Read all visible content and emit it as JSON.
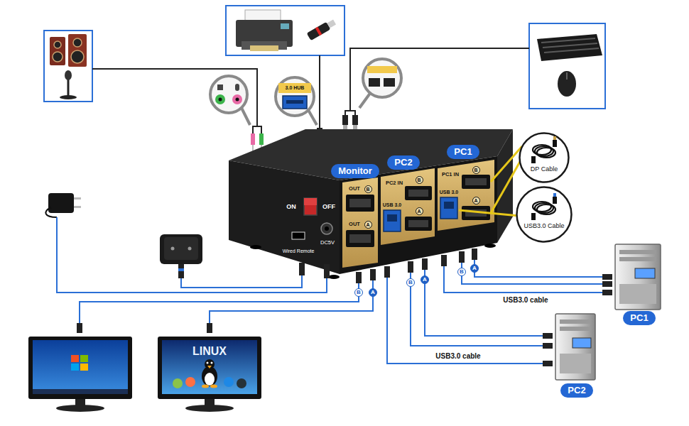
{
  "diagram": {
    "nodes": [
      {
        "text": [
          "Monitor"
        ]
      },
      {
        "text": [
          "PC2"
        ]
      },
      {
        "text": [
          "PC1"
        ]
      },
      {
        "text": [
          "DP Cable"
        ]
      },
      {
        "text": [
          "USB3.0 Cable"
        ]
      },
      {
        "text": [
          "PC1"
        ]
      },
      {
        "text": [
          "PC2"
        ]
      }
    ],
    "labels": [
      "ON",
      "OFF",
      "Wired Remote",
      "DC5V",
      "OUT",
      "B",
      "OUT",
      "A",
      "PC2 IN",
      "B",
      "USB 3.0",
      "A",
      "PC1 IN",
      "B",
      "USB 3.0",
      "A",
      "3.0 HUB",
      "B",
      "A",
      "B",
      "A",
      "B",
      "A",
      "USB3.0 cable",
      "USB3.0 cable",
      "LINUX"
    ]
  }
}
